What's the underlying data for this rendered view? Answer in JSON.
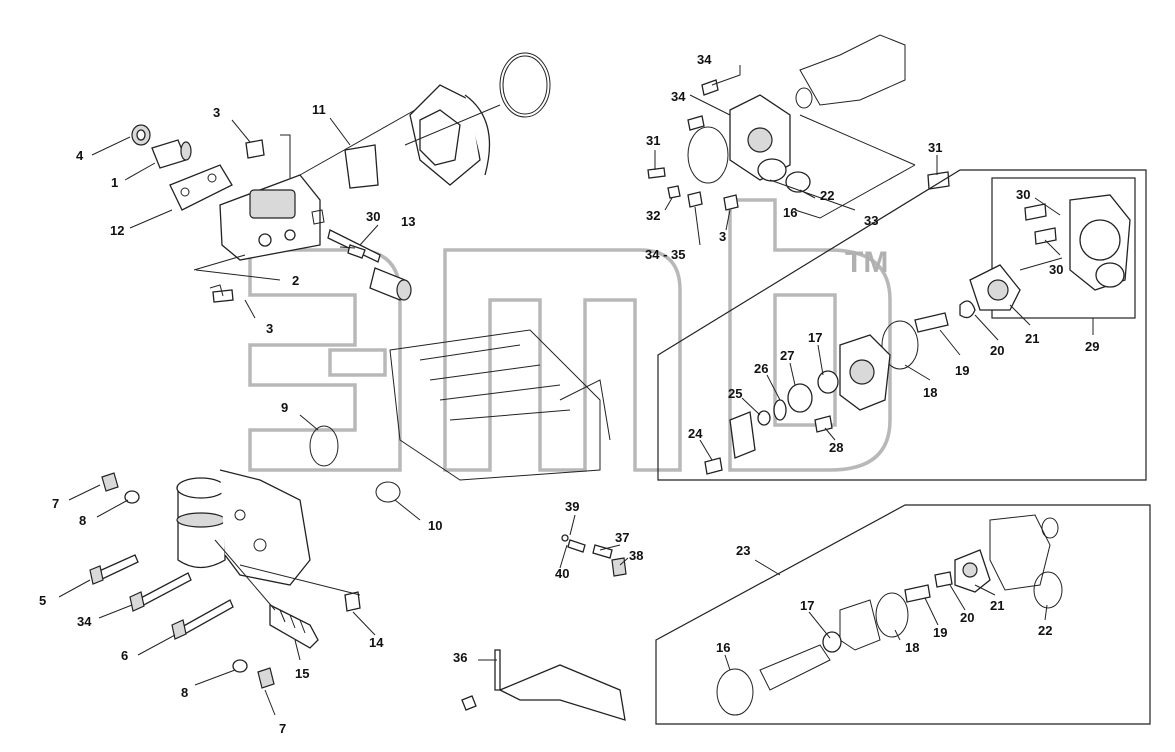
{
  "watermark": {
    "trademark": "TM"
  },
  "callouts": {
    "c1": "1",
    "c2": "2",
    "c3a": "3",
    "c3b": "3",
    "c3c": "3",
    "c4": "4",
    "c5": "5",
    "c6": "6",
    "c7a": "7",
    "c7b": "7",
    "c8a": "8",
    "c8b": "8",
    "c9": "9",
    "c10": "10",
    "c11": "11",
    "c12": "12",
    "c13": "13",
    "c14": "14",
    "c15": "15",
    "c16a": "16",
    "c16b": "16",
    "c17a": "17",
    "c17b": "17",
    "c18a": "18",
    "c18b": "18",
    "c19a": "19",
    "c19b": "19",
    "c20a": "20",
    "c20b": "20",
    "c21a": "21",
    "c21b": "21",
    "c22a": "22",
    "c22b": "22",
    "c23": "23",
    "c24": "24",
    "c25": "25",
    "c26": "26",
    "c27": "27",
    "c28": "28",
    "c29": "29",
    "c30a": "30",
    "c30b": "30",
    "c30c": "30",
    "c31a": "31",
    "c31b": "31",
    "c32": "32",
    "c33": "33",
    "c34a": "34",
    "c34b": "34",
    "c34c": "34",
    "c35": "34 - 35",
    "c36": "36",
    "c37": "37",
    "c38": "38",
    "c39": "39",
    "c40": "40"
  }
}
